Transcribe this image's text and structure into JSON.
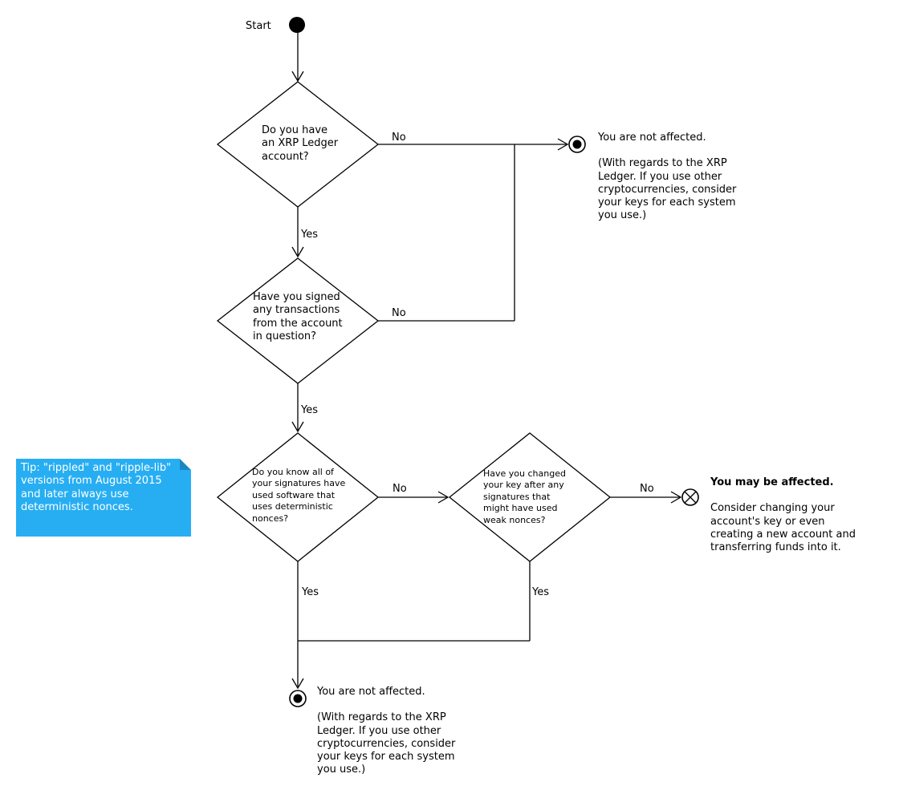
{
  "colors": {
    "background": "#ffffff",
    "line": "#000000",
    "text": "#000000",
    "note_bg": "#27AEF2",
    "note_fold": "#1b86c4",
    "note_text": "#ffffff"
  },
  "flowchart": {
    "start_label": "Start",
    "decisions": {
      "d1": {
        "lines": [
          "Do you have",
          "an XRP Ledger",
          "account?"
        ]
      },
      "d2": {
        "lines": [
          "Have you signed",
          "any transactions",
          "from the account",
          "in question?"
        ]
      },
      "d3": {
        "lines": [
          "Do you know all of",
          "your signatures have",
          "used software that",
          "uses deterministic",
          "nonces?"
        ]
      },
      "d4": {
        "lines": [
          "Have you changed",
          "your key after any",
          "signatures that",
          "might have used",
          "weak nonces?"
        ]
      }
    },
    "edge_labels": {
      "d1_no": "No",
      "d1_yes": "Yes",
      "d2_no": "No",
      "d2_yes": "Yes",
      "d3_no": "No",
      "d3_yes": "Yes",
      "d4_no": "No",
      "d4_yes": "Yes"
    },
    "outcomes": {
      "not_affected_top": {
        "title": "You are not affected.",
        "lines": [
          "(With regards to the XRP",
          "Ledger. If you use other",
          "cryptocurrencies, consider",
          "your keys for each system",
          "you use.)"
        ]
      },
      "may_be_affected": {
        "title": "You may be affected.",
        "lines": [
          "Consider changing your",
          "account's key or even",
          "creating a new account and",
          "transferring funds into it."
        ]
      },
      "not_affected_bottom": {
        "title": "You are not affected.",
        "lines": [
          "(With regards to the XRP",
          "Ledger. If you use other",
          "cryptocurrencies, consider",
          "your keys for each system",
          "you use.)"
        ]
      }
    },
    "note": {
      "lines": [
        "Tip: \"rippled\" and \"ripple-lib\"",
        "versions from August 2015",
        "and later always use",
        "deterministic nonces."
      ]
    }
  }
}
